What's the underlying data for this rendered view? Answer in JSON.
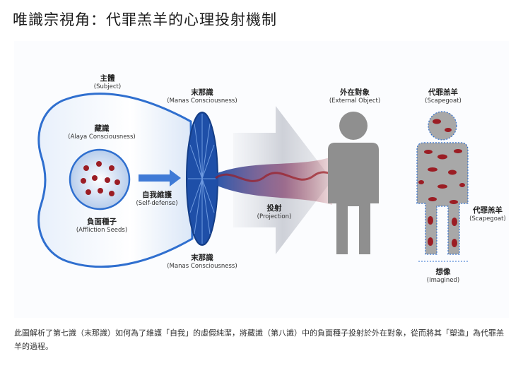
{
  "title": "唯識宗視角：代罪羔羊的心理投射機制",
  "labels": {
    "subject": {
      "zh": "主體",
      "en": "(Subject)"
    },
    "manas_top": {
      "zh": "末那識",
      "en": "(Manas Consciousness)"
    },
    "manas_bottom": {
      "zh": "末那識",
      "en": "(Manas Consciousness)"
    },
    "alaya": {
      "zh": "藏識",
      "en": "(Alaya Consciousness)"
    },
    "self_defense": {
      "zh": "自我維護",
      "en": "(Self-defense)"
    },
    "affliction": {
      "zh": "負面種子",
      "en": "(Affliction Seeds)"
    },
    "projection": {
      "zh": "投射",
      "en": "(Projection)"
    },
    "external": {
      "zh": "外在對象",
      "en": "(External Object)"
    },
    "scapegoat_top": {
      "zh": "代罪羔羊",
      "en": "(Scapegoat)"
    },
    "scapegoat_side": {
      "zh": "代罪羔羊",
      "en": "(Scapegoat)"
    },
    "imagined": {
      "zh": "想像",
      "en": "(Imagined)"
    }
  },
  "caption": "此圖解析了第七識（末那識）如何為了維護「自我」的虛假純潔，將藏識（第八識）中的負面種子投射於外在對象，從而將其「塑造」為代罪羔羊的過程。",
  "colors": {
    "blue": "#2f6fcf",
    "dark_blue": "#1e4fa8",
    "red": "#9b1d24",
    "gray": "#8f8f8f"
  }
}
